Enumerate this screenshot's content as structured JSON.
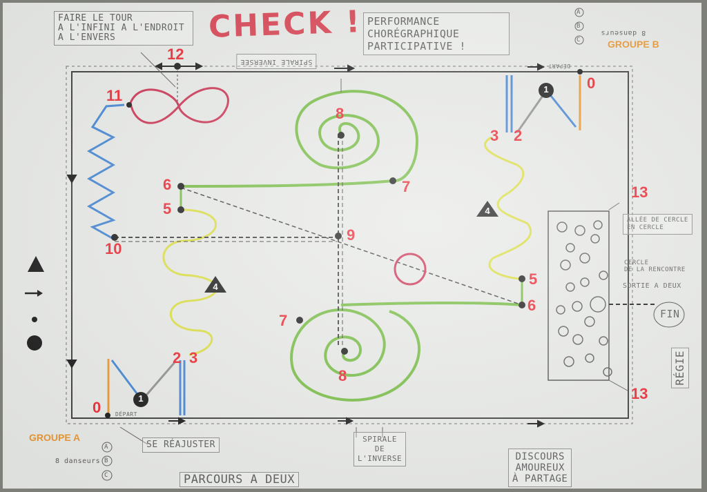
{
  "title": "CHECK !",
  "notes": {
    "infinity_note": "FAIRE LE TOUR\nA L'INFINI A L'ENDROIT\nA L'ENVERS",
    "performance": "PERFORMANCE\nCHORÉGRAPHIQUE\nPARTICIPATIVE !",
    "spirale_inversee_top": "SPIRALE INVERSÉE",
    "spirale_inversee_bottom": "SPIRALE\nDE\nL'INVERSE",
    "se_reajuster": "SE RÉAJUSTER",
    "parcours": "PARCOURS A DEUX",
    "discours": "DISCOURS\nAMOUREUX\nÀ PARTAGE",
    "regie": "RÉGIE",
    "fin": "FIN",
    "allee": "ALLÉE DE CERCLE\nEN CERCLE",
    "cercle": "CERCLE\nDE LA RENCONTRE",
    "sortie": "SORTIE A DEUX",
    "huit_danseurs_a": "8 danseurs",
    "huit_danseurs_b": "8 danseurs",
    "depart_a": "DÉPART",
    "depart_b": "DÉPART"
  },
  "groups": {
    "a": "GROUPE A",
    "b": "GROUPE B"
  },
  "numbers": {
    "n0_a": "0",
    "n0_b": "0",
    "n1": "1",
    "n1b": "1",
    "n2_a": "2",
    "n3_a": "3",
    "n2_b": "2",
    "n3_b": "3",
    "n4_a": "4",
    "n4_b": "4",
    "n5_a": "5",
    "n6_a": "6",
    "n5_b": "5",
    "n6_b": "6",
    "n7_a": "7",
    "n7_b": "7",
    "n8_a": "8",
    "n8_b": "8",
    "n9": "9",
    "n10": "10",
    "n11": "11",
    "n12": "12",
    "n13_a": "13",
    "n13_b": "13"
  },
  "legend_icons": [
    "triangle-icon",
    "arrow-icon",
    "small-dot-icon",
    "large-dot-icon"
  ],
  "group_letters_a": [
    "A",
    "B",
    "C"
  ],
  "group_letters_b": [
    "A",
    "B",
    "C"
  ],
  "colors": {
    "red": "#e8202a",
    "green": "#6fb83a",
    "yellow": "#d9dc3a",
    "blue": "#3b7fd0",
    "orange": "#e8922a",
    "crimson": "#c8284a",
    "grey": "#8a8a8a"
  }
}
